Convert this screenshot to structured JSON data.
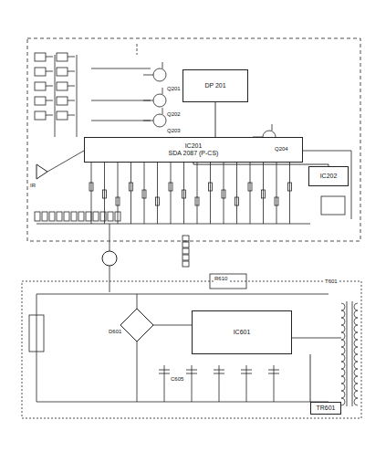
{
  "diagram": {
    "nodes": [
      {
        "text": [
          "IC201",
          "SDA 2087 (P-CS)"
        ]
      },
      {
        "text": [
          "DP 201"
        ]
      },
      {
        "text": [
          "IC601"
        ]
      },
      {
        "text": [
          "IC202"
        ]
      },
      {
        "text": [
          "TR601"
        ]
      }
    ],
    "edges": [
      {
        "from": 1,
        "to": 0,
        "arrow": "none"
      },
      {
        "from": 3,
        "to": 0,
        "arrow": "none"
      },
      {
        "from": 2,
        "to": 4,
        "arrow": "none"
      }
    ],
    "labels": [
      "Q201",
      "Q202",
      "Q203",
      "Q204",
      "D601",
      "C605",
      "R610",
      "T601",
      "IR"
    ]
  }
}
